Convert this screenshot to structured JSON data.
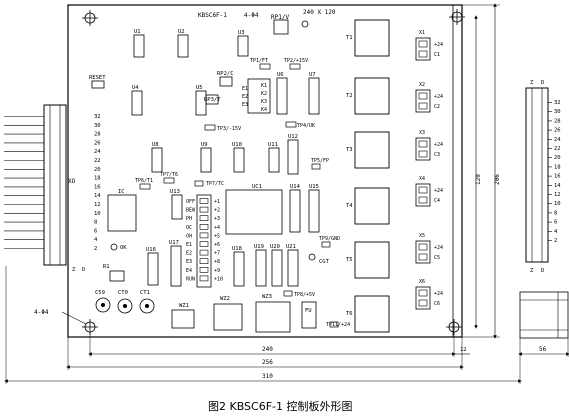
{
  "board": {
    "model": "KBSC6F-1",
    "mount_hole": "4-Φ4",
    "resistor_label": "RP1/V",
    "display_size": "240 X 120",
    "reset_label": "RESET",
    "indicator_ok": "OK",
    "indicator_cgt": "CGT"
  },
  "chips": [
    {
      "id": "u1",
      "label": "U1"
    },
    {
      "id": "u2",
      "label": "U2"
    },
    {
      "id": "u3",
      "label": "U3"
    },
    {
      "id": "u4",
      "label": "U4"
    },
    {
      "id": "u5",
      "label": "U5"
    },
    {
      "id": "u6",
      "label": "U6"
    },
    {
      "id": "u7",
      "label": "U7"
    },
    {
      "id": "u8",
      "label": "U8"
    },
    {
      "id": "u9",
      "label": "U9"
    },
    {
      "id": "u10",
      "label": "U10"
    },
    {
      "id": "u11",
      "label": "U11"
    },
    {
      "id": "u12",
      "label": "U12"
    },
    {
      "id": "u13",
      "label": "U13"
    },
    {
      "id": "u14",
      "label": "U14"
    },
    {
      "id": "u15",
      "label": "U15"
    },
    {
      "id": "u16",
      "label": "U16"
    },
    {
      "id": "u17",
      "label": "U17"
    },
    {
      "id": "u18",
      "label": "U18"
    },
    {
      "id": "u19",
      "label": "U19"
    },
    {
      "id": "u20",
      "label": "U20"
    },
    {
      "id": "u21",
      "label": "U21"
    },
    {
      "id": "uc1",
      "label": "UC1"
    },
    {
      "id": "ic",
      "label": "IC"
    }
  ],
  "testpoints": [
    {
      "id": "tp1",
      "label": "TP1/FT"
    },
    {
      "id": "tp2",
      "label": "TP2/+15V"
    },
    {
      "id": "tp3",
      "label": "TP3/-15V"
    },
    {
      "id": "tp4",
      "label": "TP4/UK"
    },
    {
      "id": "tp5",
      "label": "TP5/FP"
    },
    {
      "id": "tp6",
      "label": "TP6/T1"
    },
    {
      "id": "tp7",
      "label": "TP7/T6"
    },
    {
      "id": "tp8",
      "label": "TP7/TC"
    },
    {
      "id": "tp9",
      "label": "TP9/GND"
    },
    {
      "id": "tp10",
      "label": "TP8/+5V"
    },
    {
      "id": "tp11",
      "label": "TP11/+24"
    }
  ],
  "small_parts": {
    "rp2": "RP2/C",
    "rp3": "RP3/T",
    "k1": "K1",
    "k2": "K2",
    "k3": "K3",
    "k4": "K4",
    "e1": "E1",
    "e2": "E2",
    "e3": "E3"
  },
  "switch_labels": [
    "OFF",
    "BEW",
    "PH",
    "OC",
    "OH",
    "E1",
    "E2",
    "E3",
    "E4",
    "RUN"
  ],
  "switch_numbers": [
    "+1",
    "+2",
    "+3",
    "+4",
    "+5",
    "+6",
    "+7",
    "+8",
    "+9",
    "+10"
  ],
  "transformers": [
    "T1",
    "T2",
    "T3",
    "T4",
    "T5",
    "T6"
  ],
  "relays": [
    {
      "plug": "X1",
      "out": "C1"
    },
    {
      "plug": "X2",
      "out": "C2"
    },
    {
      "plug": "X3",
      "out": "C3"
    },
    {
      "plug": "X4",
      "out": "C4"
    },
    {
      "plug": "X5",
      "out": "C5"
    },
    {
      "plug": "X6",
      "out": "C6"
    }
  ],
  "relay_volt": "+24",
  "left_connector": {
    "label": "XO",
    "pins": [
      "32",
      "30",
      "28",
      "26",
      "24",
      "22",
      "20",
      "18",
      "16",
      "14",
      "12",
      "10",
      "8",
      "6",
      "4",
      "2"
    ],
    "z": "Z",
    "d": "D"
  },
  "right_connector": {
    "pins": [
      "32",
      "30",
      "28",
      "26",
      "24",
      "22",
      "20",
      "18",
      "16",
      "14",
      "12",
      "10",
      "8",
      "6",
      "4",
      "2"
    ],
    "z": "Z",
    "d": "D"
  },
  "bottom_parts": {
    "r1": "R1",
    "c59": "C59",
    "ct0": "CT0",
    "ct1": "CT1",
    "wz1": "WZ1",
    "wz2": "WZ2",
    "wz3": "WZ3",
    "fu": "FU"
  },
  "dimensions": {
    "width_240": "240",
    "width_256": "256",
    "width_310": "310",
    "right_12": "12",
    "height_120": "120",
    "height_206": "206",
    "depth_56": "56"
  },
  "caption": "图2   KBSC6F-1 控制板外形图"
}
